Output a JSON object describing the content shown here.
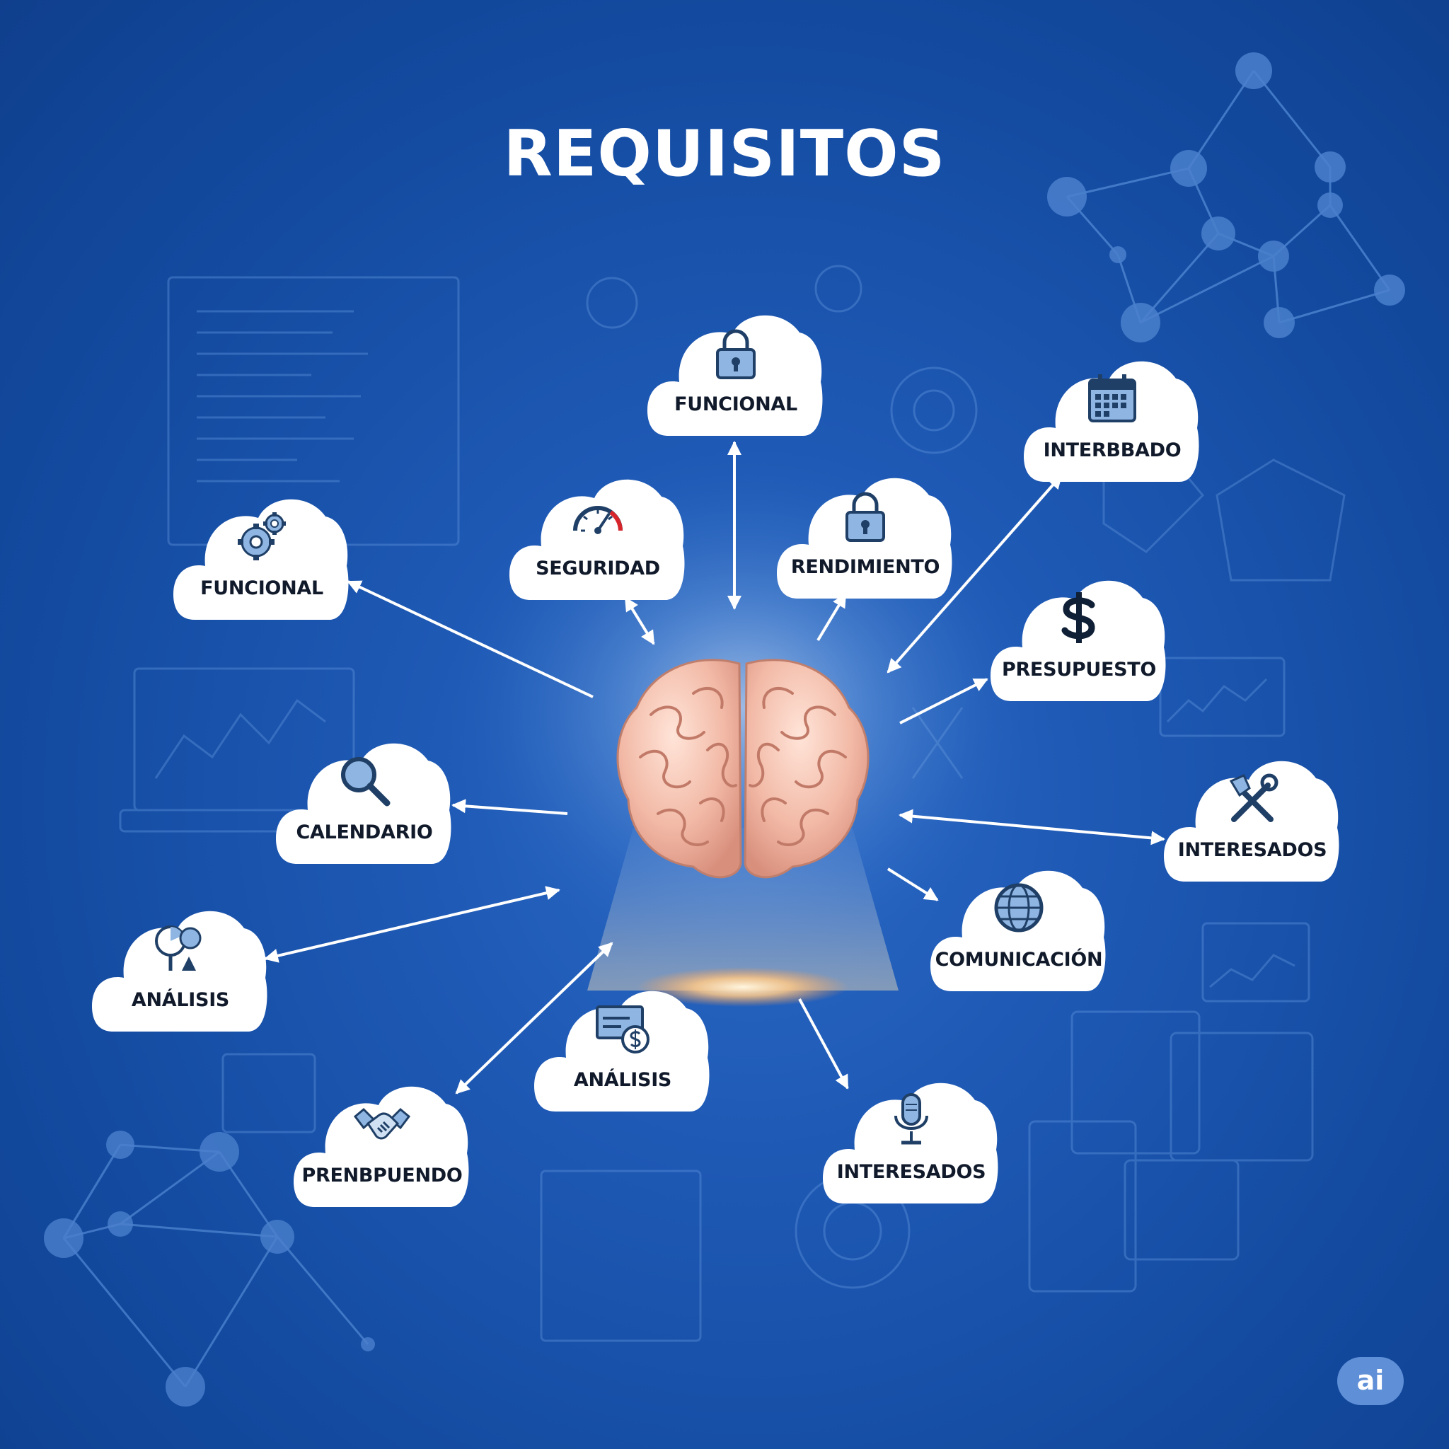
{
  "title": "REQUISITOS",
  "brand": "ai",
  "colors": {
    "background": "#1a54ad",
    "cloud": "#ffffff",
    "arrow": "#ffffff",
    "icon_fill": "#8fb6e3",
    "icon_stroke": "#1f3f66",
    "gauge_red": "#d7262b"
  },
  "center_node": {
    "icon": "brain"
  },
  "nodes": [
    {
      "label": "FUNCIONAL",
      "icon": "padlock-icon"
    },
    {
      "label": "INTERBBADO",
      "icon": "calendar-icon"
    },
    {
      "label": "SEGURIDAD",
      "icon": "gauge-icon"
    },
    {
      "label": "RENDIMIENTO",
      "icon": "padlock-icon"
    },
    {
      "label": "FUNCIONAL",
      "icon": "gears-icon"
    },
    {
      "label": "PRESUPUESTO",
      "icon": "dollar-icon"
    },
    {
      "label": "CALENDARIO",
      "icon": "magnifier-icon"
    },
    {
      "label": "INTERESADOS",
      "icon": "tools-icon"
    },
    {
      "label": "ANÁLISIS",
      "icon": "analysis-icon"
    },
    {
      "label": "COMUNICACIÓN",
      "icon": "globe-icon"
    },
    {
      "label": "ANÁLISIS",
      "icon": "money-card-icon"
    },
    {
      "label": "PRENBPUENDO",
      "icon": "handshake-icon"
    },
    {
      "label": "INTERESADOS",
      "icon": "microphone-icon"
    }
  ]
}
